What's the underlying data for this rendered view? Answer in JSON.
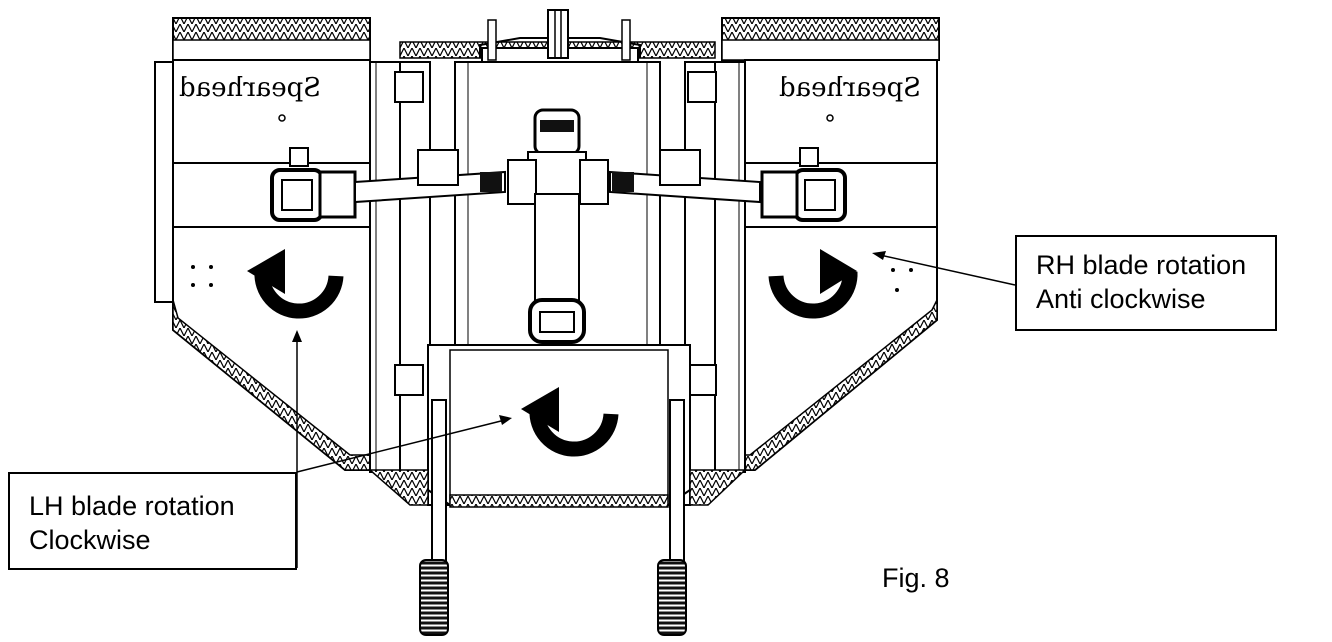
{
  "diagram": {
    "brand_text": "Spearhead",
    "labels": {
      "rh": {
        "line1": "RH blade rotation",
        "line2": "Anti clockwise"
      },
      "lh": {
        "line1": "LH blade rotation",
        "line2": "Clockwise"
      }
    },
    "figure_label": "Fig. 8",
    "rotations": {
      "left": "clockwise",
      "center": "clockwise",
      "right": "anti-clockwise"
    },
    "colors": {
      "line": "#000000",
      "body": "#ffffff",
      "tread": "#1a1a1a"
    }
  }
}
